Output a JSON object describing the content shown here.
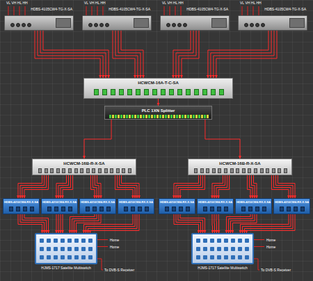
{
  "diagram": {
    "nodes": [
      {
        "text": [
          "HDBS-4105CW4-TG-X-SA"
        ]
      },
      {
        "text": [
          "HDBS-4105CW4-TG-X-SA"
        ]
      },
      {
        "text": [
          "HDBS-4105CW4-TG-X-SA"
        ]
      },
      {
        "text": [
          "HDBS-4105CW4-TG-X-SA"
        ]
      },
      {
        "text": [
          "HCWCM-16A-T-C-SA"
        ]
      },
      {
        "text": [
          "PLC 1XN Splitter"
        ]
      },
      {
        "text": [
          "HCWCM-16B-R-X-SA"
        ]
      },
      {
        "text": [
          "HCWCM-16B-R-X-SA"
        ]
      },
      {
        "text": [
          "HDBS-4210CW4-RX-X-SA"
        ]
      },
      {
        "text": [
          "HDBS-4210CW4-RX-X-SA"
        ]
      },
      {
        "text": [
          "HDBS-4210CW4-RX-X-SA"
        ]
      },
      {
        "text": [
          "HDBS-4210CW4-RX-X-SA"
        ]
      },
      {
        "text": [
          "HDBS-4210CW4-RX-X-SA"
        ]
      },
      {
        "text": [
          "HDBS-4210CW4-RX-X-SA"
        ]
      },
      {
        "text": [
          "HDBS-4210CW4-RX-X-SA"
        ]
      },
      {
        "text": [
          "HDBS-4210CW4-RX-X-SA"
        ]
      },
      {
        "text": [
          "HJMS-1717 Satellite Multiswitch"
        ]
      },
      {
        "text": [
          "HJMS-1717 Satellite Multiswitch"
        ]
      }
    ],
    "edges": [
      {
        "from": 0,
        "to": 4,
        "arrow": "to"
      },
      {
        "from": 1,
        "to": 4,
        "arrow": "to"
      },
      {
        "from": 2,
        "to": 4,
        "arrow": "to"
      },
      {
        "from": 3,
        "to": 4,
        "arrow": "to"
      },
      {
        "from": 4,
        "to": 5,
        "arrow": "to"
      },
      {
        "from": 5,
        "to": 6,
        "arrow": "to"
      },
      {
        "from": 5,
        "to": 7,
        "arrow": "to"
      },
      {
        "from": 6,
        "to": 8,
        "arrow": "to"
      },
      {
        "from": 6,
        "to": 9,
        "arrow": "to"
      },
      {
        "from": 6,
        "to": 10,
        "arrow": "to"
      },
      {
        "from": 6,
        "to": 11,
        "arrow": "to"
      },
      {
        "from": 7,
        "to": 12,
        "arrow": "to"
      },
      {
        "from": 7,
        "to": 13,
        "arrow": "to"
      },
      {
        "from": 7,
        "to": 14,
        "arrow": "to"
      },
      {
        "from": 7,
        "to": 15,
        "arrow": "to"
      },
      {
        "from": 8,
        "to": 16,
        "arrow": "to"
      },
      {
        "from": 9,
        "to": 16,
        "arrow": "to"
      },
      {
        "from": 10,
        "to": 16,
        "arrow": "to"
      },
      {
        "from": 11,
        "to": 16,
        "arrow": "to"
      },
      {
        "from": 12,
        "to": 17,
        "arrow": "to"
      },
      {
        "from": 13,
        "to": 17,
        "arrow": "to"
      },
      {
        "from": 14,
        "to": 17,
        "arrow": "to"
      },
      {
        "from": 15,
        "to": 17,
        "arrow": "to"
      }
    ],
    "labels": [
      "VL",
      "VH",
      "HL",
      "HH",
      "VL",
      "VH",
      "HL",
      "HH",
      "VL",
      "VH",
      "HL",
      "HH",
      "VL",
      "VH",
      "HL",
      "HH",
      "Home",
      "Home",
      "To DVB-S Receiver",
      "Home",
      "Home",
      "To DVB-S Receiver"
    ]
  }
}
